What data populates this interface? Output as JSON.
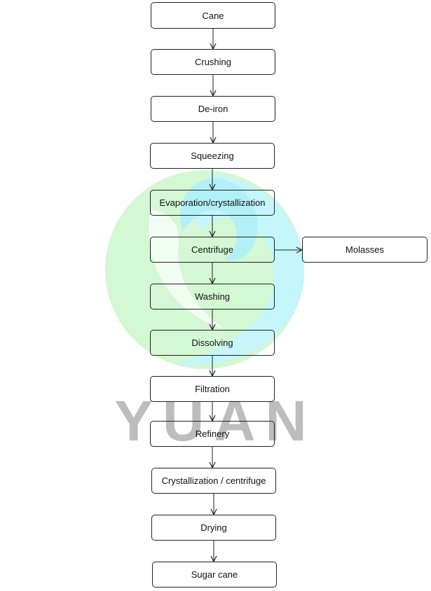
{
  "diagram": {
    "steps": [
      "Cane",
      "Crushing",
      "De-iron",
      "Squeezing",
      "Evaporation/crystallization",
      "Centrifuge",
      "Washing",
      "Dissolving",
      "Filtration",
      "Refinery",
      "Crystallization / centrifuge",
      "Drying",
      "Sugar cane"
    ],
    "branch": {
      "from": "Centrifuge",
      "label": "Molasses"
    }
  },
  "watermark": {
    "text": "YUAN",
    "colors": [
      "#c8f5c8",
      "#b8f4f8",
      "#bdbdbd"
    ]
  }
}
